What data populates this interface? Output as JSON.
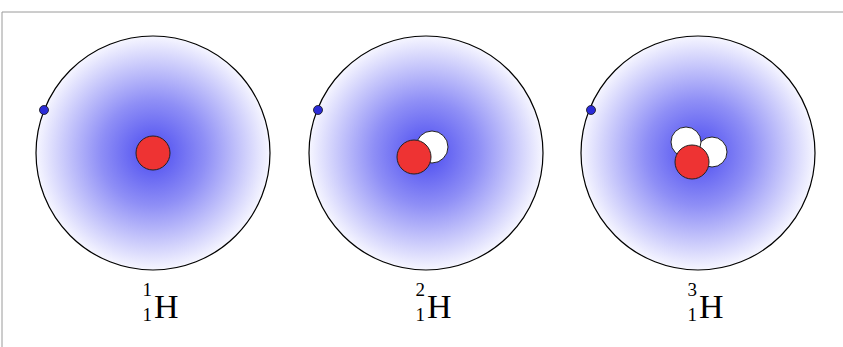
{
  "diagram": {
    "labels": [
      "1",
      "1",
      "H",
      "2",
      "1",
      "H",
      "3",
      "1",
      "H"
    ]
  }
}
